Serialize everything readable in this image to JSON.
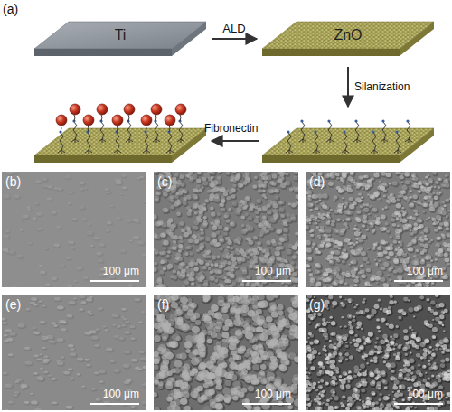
{
  "diagram": {
    "nodes": [
      {
        "text": [
          "Ti"
        ]
      },
      {
        "text": [
          "ZnO"
        ]
      },
      {
        "text": [
          "(b)",
          "100 μm"
        ]
      },
      {
        "text": [
          "(c)",
          "100 μm"
        ]
      },
      {
        "text": [
          "(d)",
          "100 μm"
        ]
      },
      {
        "text": [
          "(e)",
          "100 μm"
        ]
      },
      {
        "text": [
          "(f)",
          "100 μm"
        ]
      },
      {
        "text": [
          "(g)",
          "100 μm"
        ]
      }
    ],
    "edges": [
      {
        "from": 0,
        "to": 1,
        "label": "ALD",
        "arrow": "to"
      }
    ],
    "labels": [
      "(a)",
      "Silanization",
      "Fibronectin"
    ]
  }
}
